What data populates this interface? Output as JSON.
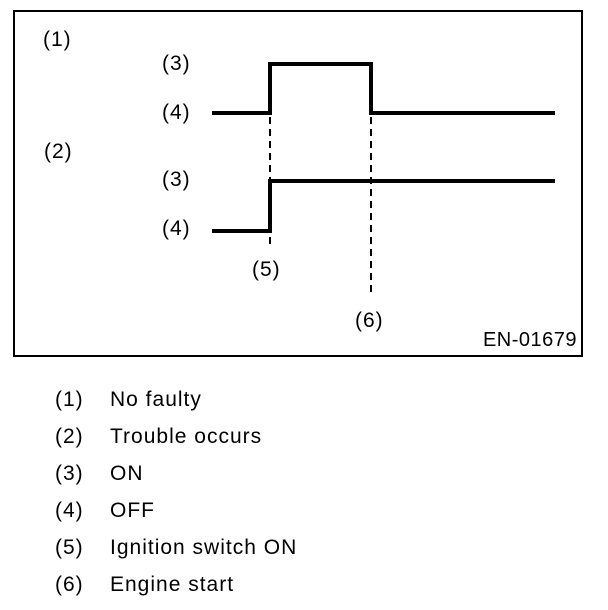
{
  "figure": {
    "code": "EN-01679",
    "labels": {
      "no_faulty": "(1)",
      "trouble_occurs": "(2)",
      "on_upper": "(3)",
      "off_upper": "(4)",
      "on_lower": "(3)",
      "off_lower": "(4)",
      "ignition_switch_on": "(5)",
      "engine_start": "(6)"
    }
  },
  "legend": {
    "items": [
      {
        "ref": "(1)",
        "label": "No faulty"
      },
      {
        "ref": "(2)",
        "label": "Trouble occurs"
      },
      {
        "ref": "(3)",
        "label": "ON"
      },
      {
        "ref": "(4)",
        "label": "OFF"
      },
      {
        "ref": "(5)",
        "label": "Ignition switch ON"
      },
      {
        "ref": "(6)",
        "label": "Engine start"
      }
    ]
  },
  "colors": {
    "line": "#000000",
    "background": "#ffffff"
  }
}
